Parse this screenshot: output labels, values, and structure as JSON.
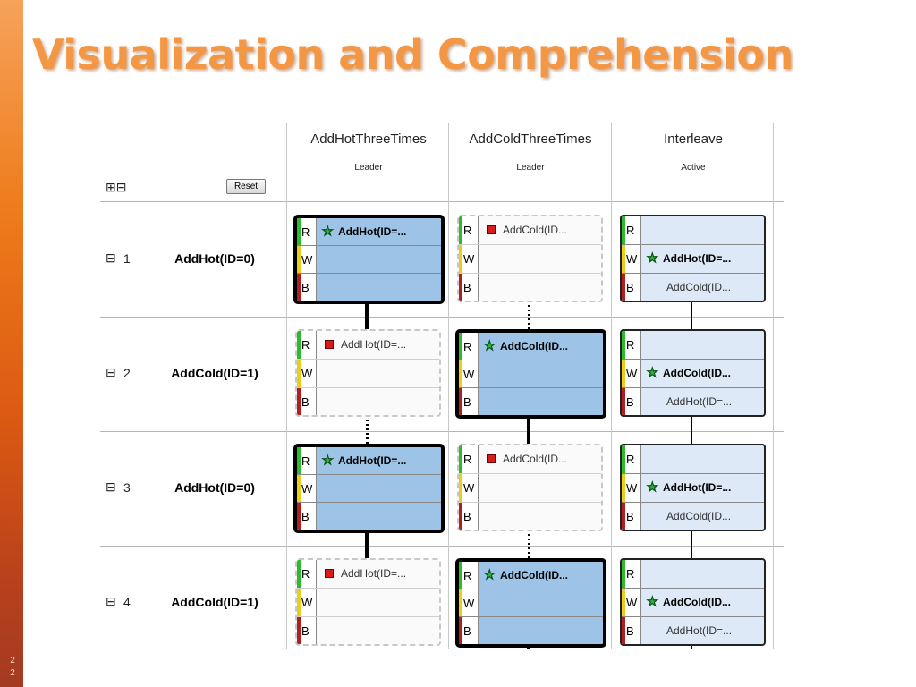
{
  "slide": {
    "title": "Visualization and Comprehension",
    "number_line1": "2",
    "number_line2": "2"
  },
  "toolbar": {
    "expand_collapse_glyph": "⊞⊟",
    "reset_label": "Reset"
  },
  "columns": [
    {
      "name": "AddHotThreeTimes",
      "status": "Leader"
    },
    {
      "name": "AddColdThreeTimes",
      "status": "Leader"
    },
    {
      "name": "Interleave",
      "status": "Active"
    }
  ],
  "rows": [
    {
      "collapse_glyph": "⊟",
      "index": "1",
      "label": "AddHot(ID=0)"
    },
    {
      "collapse_glyph": "⊟",
      "index": "2",
      "label": "AddCold(ID=1)"
    },
    {
      "collapse_glyph": "⊟",
      "index": "3",
      "label": "AddHot(ID=0)"
    },
    {
      "collapse_glyph": "⊟",
      "index": "4",
      "label": "AddCold(ID=1)"
    }
  ],
  "lane_labels": {
    "read": "R",
    "write": "W",
    "blocked": "B"
  },
  "cells": [
    [
      {
        "style": "leader",
        "lanes": {
          "R": {
            "text": "AddHot(ID=...",
            "marker": "star",
            "bold": true
          },
          "W": null,
          "B": null
        }
      },
      {
        "style": "ghost",
        "lanes": {
          "R": {
            "text": "AddCold(ID...",
            "marker": "square",
            "bold": false
          },
          "W": null,
          "B": null
        }
      },
      {
        "style": "light",
        "lanes": {
          "R": null,
          "W": {
            "text": "AddHot(ID=...",
            "marker": "star",
            "bold": true
          },
          "B": {
            "text": "AddCold(ID...",
            "marker": "none",
            "bold": false
          }
        }
      }
    ],
    [
      {
        "style": "ghost",
        "lanes": {
          "R": {
            "text": "AddHot(ID=...",
            "marker": "square",
            "bold": false
          },
          "W": null,
          "B": null
        }
      },
      {
        "style": "leader",
        "lanes": {
          "R": {
            "text": "AddCold(ID...",
            "marker": "star",
            "bold": true
          },
          "W": null,
          "B": null
        }
      },
      {
        "style": "light",
        "lanes": {
          "R": null,
          "W": {
            "text": "AddCold(ID...",
            "marker": "star",
            "bold": true
          },
          "B": {
            "text": "AddHot(ID=...",
            "marker": "none",
            "bold": false
          }
        }
      }
    ],
    [
      {
        "style": "leader",
        "lanes": {
          "R": {
            "text": "AddHot(ID=...",
            "marker": "star",
            "bold": true
          },
          "W": null,
          "B": null
        }
      },
      {
        "style": "ghost",
        "lanes": {
          "R": {
            "text": "AddCold(ID...",
            "marker": "square",
            "bold": false
          },
          "W": null,
          "B": null
        }
      },
      {
        "style": "light",
        "lanes": {
          "R": null,
          "W": {
            "text": "AddHot(ID=...",
            "marker": "star",
            "bold": true
          },
          "B": {
            "text": "AddCold(ID...",
            "marker": "none",
            "bold": false
          }
        }
      }
    ],
    [
      {
        "style": "ghost",
        "lanes": {
          "R": {
            "text": "AddHot(ID=...",
            "marker": "square",
            "bold": false
          },
          "W": null,
          "B": null
        }
      },
      {
        "style": "leader",
        "lanes": {
          "R": {
            "text": "AddCold(ID...",
            "marker": "star",
            "bold": true
          },
          "W": null,
          "B": null
        }
      },
      {
        "style": "light",
        "lanes": {
          "R": null,
          "W": {
            "text": "AddCold(ID...",
            "marker": "star",
            "bold": true
          },
          "B": {
            "text": "AddHot(ID=...",
            "marker": "none",
            "bold": false
          }
        }
      }
    ]
  ],
  "lane_colors": {
    "R": "#2dbb2d",
    "W": "#e8cf1a",
    "B": "#b31e1e"
  },
  "connectors": [
    [
      "solid",
      "dotted",
      "thin"
    ],
    [
      "dotted",
      "solid",
      "thin"
    ],
    [
      "solid",
      "dotted",
      "thin"
    ],
    [
      "dotted",
      "solid",
      "thin"
    ]
  ]
}
